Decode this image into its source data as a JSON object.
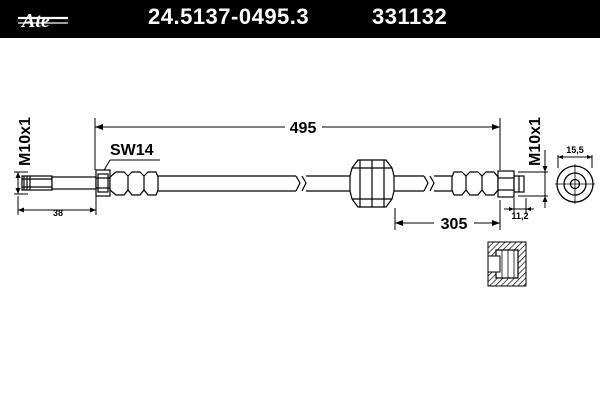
{
  "header": {
    "brand": "Ate",
    "part_number": "24.5137-0495.3",
    "ref_number": "331132"
  },
  "drawing": {
    "length_label": "495",
    "sub_length_label": "305",
    "wrench_label": "SW14",
    "left_thread_label": "M10x1",
    "right_thread_label": "M10x1",
    "left_offset_label": "38",
    "right_offset_label": "11,2",
    "end_diameter_label": "15,5"
  },
  "colors": {
    "line": "#000000",
    "background": "#ffffff",
    "header": "#000000",
    "header_text": "#ffffff"
  }
}
